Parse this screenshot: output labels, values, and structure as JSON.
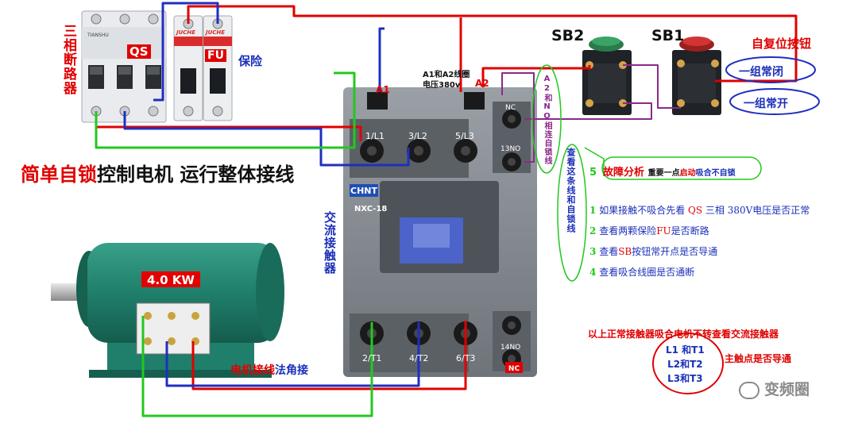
{
  "title_red": "简单自锁",
  "title_dark": "控制电机 运行整体接线",
  "breaker": {
    "label_vertical": "三相断路器",
    "qs": "QS",
    "brand": "TIANSHU"
  },
  "fuse": {
    "brand1": "JUCHE",
    "brand2": "JUCHE",
    "fu": "FU",
    "label": "保险"
  },
  "contactor": {
    "brand": "CHNT",
    "model": "NXC-18",
    "label_vertical": "交流接触器",
    "terminals_top": [
      "1/L1",
      "3/L2",
      "5/L3"
    ],
    "terminals_bottom": [
      "2/T1",
      "4/T2",
      "6/T3"
    ],
    "nc_top": "NC",
    "no_top": "13NO",
    "no_bottom": "14NO",
    "nc_bottom": "NC",
    "coil_a1": "A1",
    "coil_a2": "A2",
    "coil_note_line1": "A1和A2线圈",
    "coil_note_line2": "电压380v",
    "side_note": "A2和NO相连自锁线"
  },
  "buttons": {
    "sb2": "SB2",
    "sb1": "SB1",
    "reset_label": "自复位按钮",
    "nc_group": "一组常闭",
    "no_group": "一组常开"
  },
  "check_note": "查看这条线和自锁线",
  "fault": {
    "number": "5",
    "title": "故障分析",
    "subtitle": "重要一点",
    "start": "启动",
    "suffix": "吸合不自锁",
    "items": [
      {
        "n": "1",
        "pre": "如果接触不吸合先看 ",
        "hl": "QS",
        "post": " 三相 380V电压是否正常"
      },
      {
        "n": "2",
        "pre": "查看两颗保险",
        "hl": "FU",
        "post": "是否断路"
      },
      {
        "n": "3",
        "pre": "查看",
        "hl": "SB",
        "post": "按钮常开点是否导通"
      },
      {
        "n": "4",
        "pre": "查看吸合线圈是否通断",
        "hl": "",
        "post": ""
      }
    ]
  },
  "bottom_note": "以上正常接触器吸合电机不转查看交流接触器",
  "pairs": [
    "L1 和T1",
    "L2和T2",
    "L3和T3"
  ],
  "pairs_note": "主触点是否导通",
  "motor": {
    "power": "4.0 KW",
    "wiring_blue": "电机接线",
    "wiring_red": "法角接"
  },
  "watermark": "变频圈",
  "colors": {
    "red_wire": "#e00000",
    "blue_wire": "#1f2fc0",
    "green_wire": "#22c81e",
    "purple_wire": "#8a2a8a",
    "motor_green": "#1f7f6a"
  }
}
